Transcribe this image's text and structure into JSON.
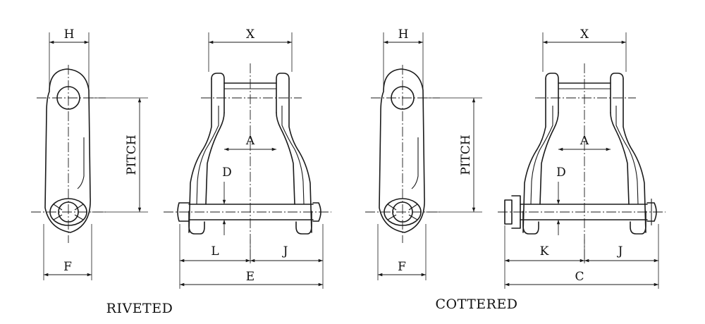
{
  "labels": {
    "h": "H",
    "x": "X",
    "pitch": "PITCH",
    "a": "A",
    "d": "D",
    "f": "F",
    "l": "L",
    "j": "J",
    "e": "E",
    "k": "K",
    "c": "C"
  },
  "captions": {
    "riveted": "RIVETED",
    "cottered": "COTTERED"
  }
}
